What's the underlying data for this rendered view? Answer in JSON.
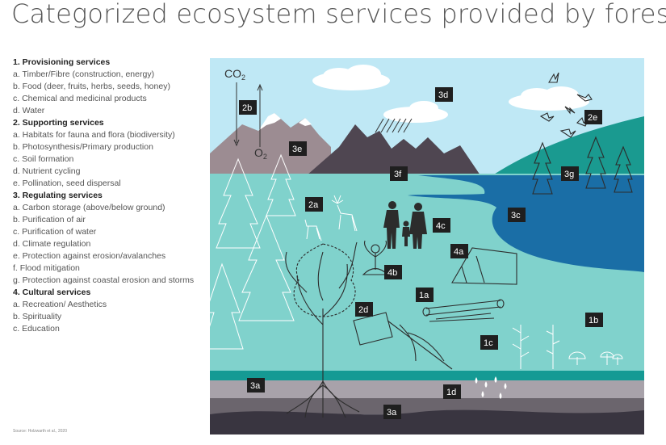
{
  "title": "Categorized ecosystem services provided by forests",
  "sections": [
    {
      "title": "1.  Provisioning services",
      "items": [
        "a.  Timber/Fibre (construction, energy)",
        "b.  Food (deer, fruits, herbs, seeds, honey)",
        "c.  Chemical and medicinal products",
        "d.  Water"
      ]
    },
    {
      "title": "2.  Supporting services",
      "items": [
        "a.  Habitats for fauna and flora (biodiversity)",
        "b.  Photosynthesis/Primary production",
        "c.  Soil formation",
        "d.  Nutrient cycling",
        "e.  Pollination, seed dispersal"
      ]
    },
    {
      "title": "3.  Regulating services",
      "items": [
        "a.  Carbon storage (above/below ground)",
        "b.  Purification of air",
        "c.  Purification of water",
        "d.  Climate regulation",
        "e.  Protection against erosion/avalanches",
        "f.  Flood mitigation",
        "g.  Protection against coastal erosion and storms"
      ]
    },
    {
      "title": "4.  Cultural services",
      "items": [
        "a.  Recreation/ Aesthetics",
        "b.  Spirituality",
        "c.  Education"
      ]
    }
  ],
  "source": "Source: Holzwarth et al., 2020",
  "scene": {
    "co2_label": "CO",
    "co2_sub": "2",
    "o2_label": "O",
    "o2_sub": "2",
    "tags": {
      "2b": "2b",
      "3d": "3d",
      "2e": "2e",
      "3e": "3e",
      "3f": "3f",
      "3g": "3g",
      "2a": "2a",
      "4c": "4c",
      "3c": "3c",
      "4a": "4a",
      "4b": "4b",
      "1a": "1a",
      "2d": "2d",
      "1b": "1b",
      "1c": "1c",
      "3a_top": "3a",
      "1d": "1d",
      "3a_bottom": "3a"
    }
  },
  "colors": {
    "sky": "#bfe8f5",
    "ground": "#80d2cc",
    "water": "#1a6ea6",
    "hill": "#1a9a90",
    "mountain_back": "#9c8c92",
    "mountain_front": "#4f4651",
    "soil_green": "#159a94",
    "soil_light": "#a8a2aa",
    "soil_mid": "#6b656d",
    "soil_dark": "#393540"
  }
}
